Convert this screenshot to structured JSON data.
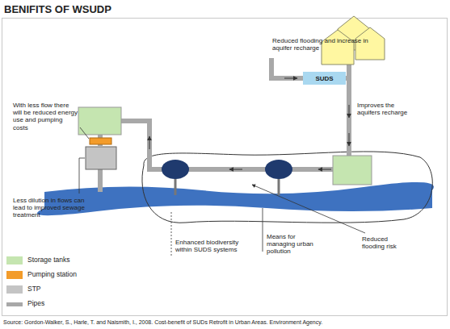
{
  "diagram": {
    "title": "BENIFITS OF WSUDP",
    "caption": "Source: Gordon-Walker, S., Harle, T. and Naismith, I., 2008. Cost-benefit of SUDs Retrofit in Urban Areas. Environment Agency.",
    "nodes": [
      {
        "text": [
          "SUDS"
        ]
      }
    ],
    "labels": [
      "Reduced flooding and increase in aquifer recharge",
      "With less flow there will be reduced energy use and pumping costs",
      "Improves the aquifers recharge",
      "Less dilution in flows can lead to improved sewage treatment",
      "Enhanced biodiversity within SUDS systems",
      "Means for managing urban pollution",
      "Reduced flooding risk"
    ],
    "legend": [
      {
        "text": "Storage tanks",
        "color": "#c5e5b0"
      },
      {
        "text": "Pumping station",
        "color": "#f39c2a"
      },
      {
        "text": "STP",
        "color": "#c4c4c4"
      },
      {
        "text": "Pipes",
        "color": "#a8a8a8"
      }
    ]
  }
}
